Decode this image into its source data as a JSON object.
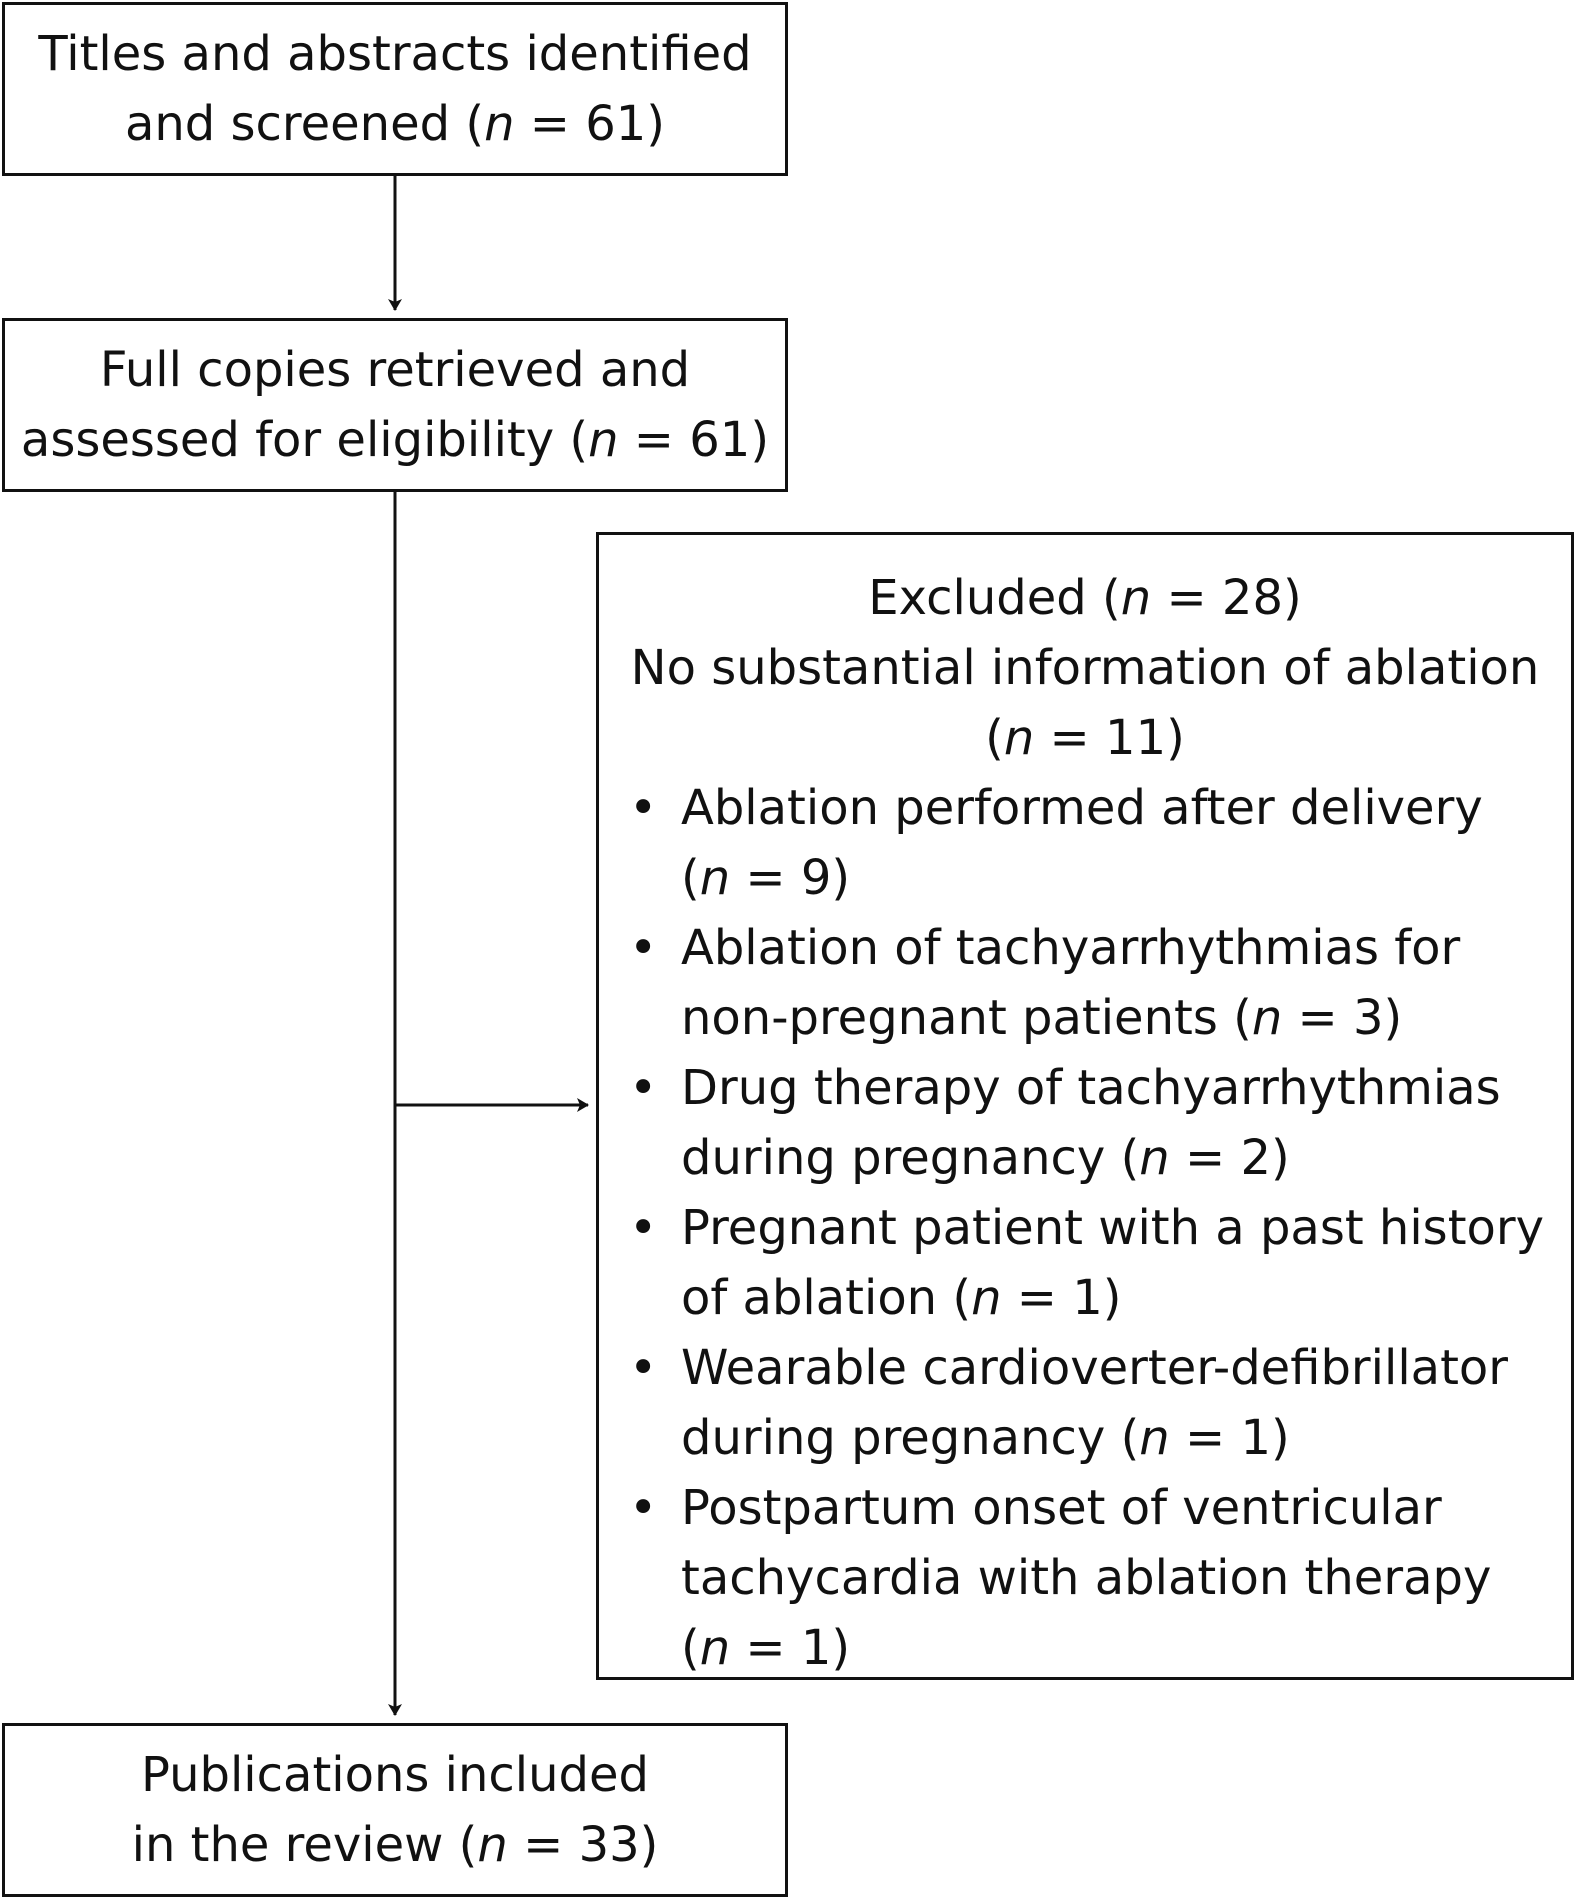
{
  "boxes": {
    "screened": {
      "lines": [
        "Titles and abstracts identified",
        "and screened ("
      ],
      "n": "n",
      "count": " = 61)"
    },
    "assessed": {
      "lines": [
        "Full copies retrieved and",
        "assessed for eligibility ("
      ],
      "n": "n",
      "count": " = 61)"
    },
    "included": {
      "lines": [
        "Publications included",
        "in the review ("
      ],
      "n": "n",
      "count": " = 33)"
    },
    "excluded": {
      "title_pre": "Excluded (",
      "title_post": " = 28)",
      "subtitle": "No substantial information of ablation",
      "subtitle_count_pre": "(",
      "subtitle_count_post": " = 11)",
      "n": "n",
      "bullet": "•",
      "reasons": [
        {
          "line1": "Ablation performed after delivery",
          "line2_pre": "(",
          "line2_post": " = 9)"
        },
        {
          "line1": "Ablation of tachyarrhythmias for",
          "line2_pre": "non-pregnant patients (",
          "line2_post": " = 3)"
        },
        {
          "line1": "Drug therapy of tachyarrhythmias",
          "line2_pre": "during pregnancy (",
          "line2_post": " = 2)"
        },
        {
          "line1": "Pregnant patient with a past history",
          "line2_pre": "of ablation (",
          "line2_post": " = 1)"
        },
        {
          "line1": "Wearable cardioverter-defibrillator",
          "line2_pre": "during pregnancy (",
          "line2_post": " = 1)"
        },
        {
          "line1": "Postpartum onset of ventricular",
          "line1b": "tachycardia with ablation therapy",
          "line2_pre": "(",
          "line2_post": " = 1)"
        }
      ]
    }
  }
}
